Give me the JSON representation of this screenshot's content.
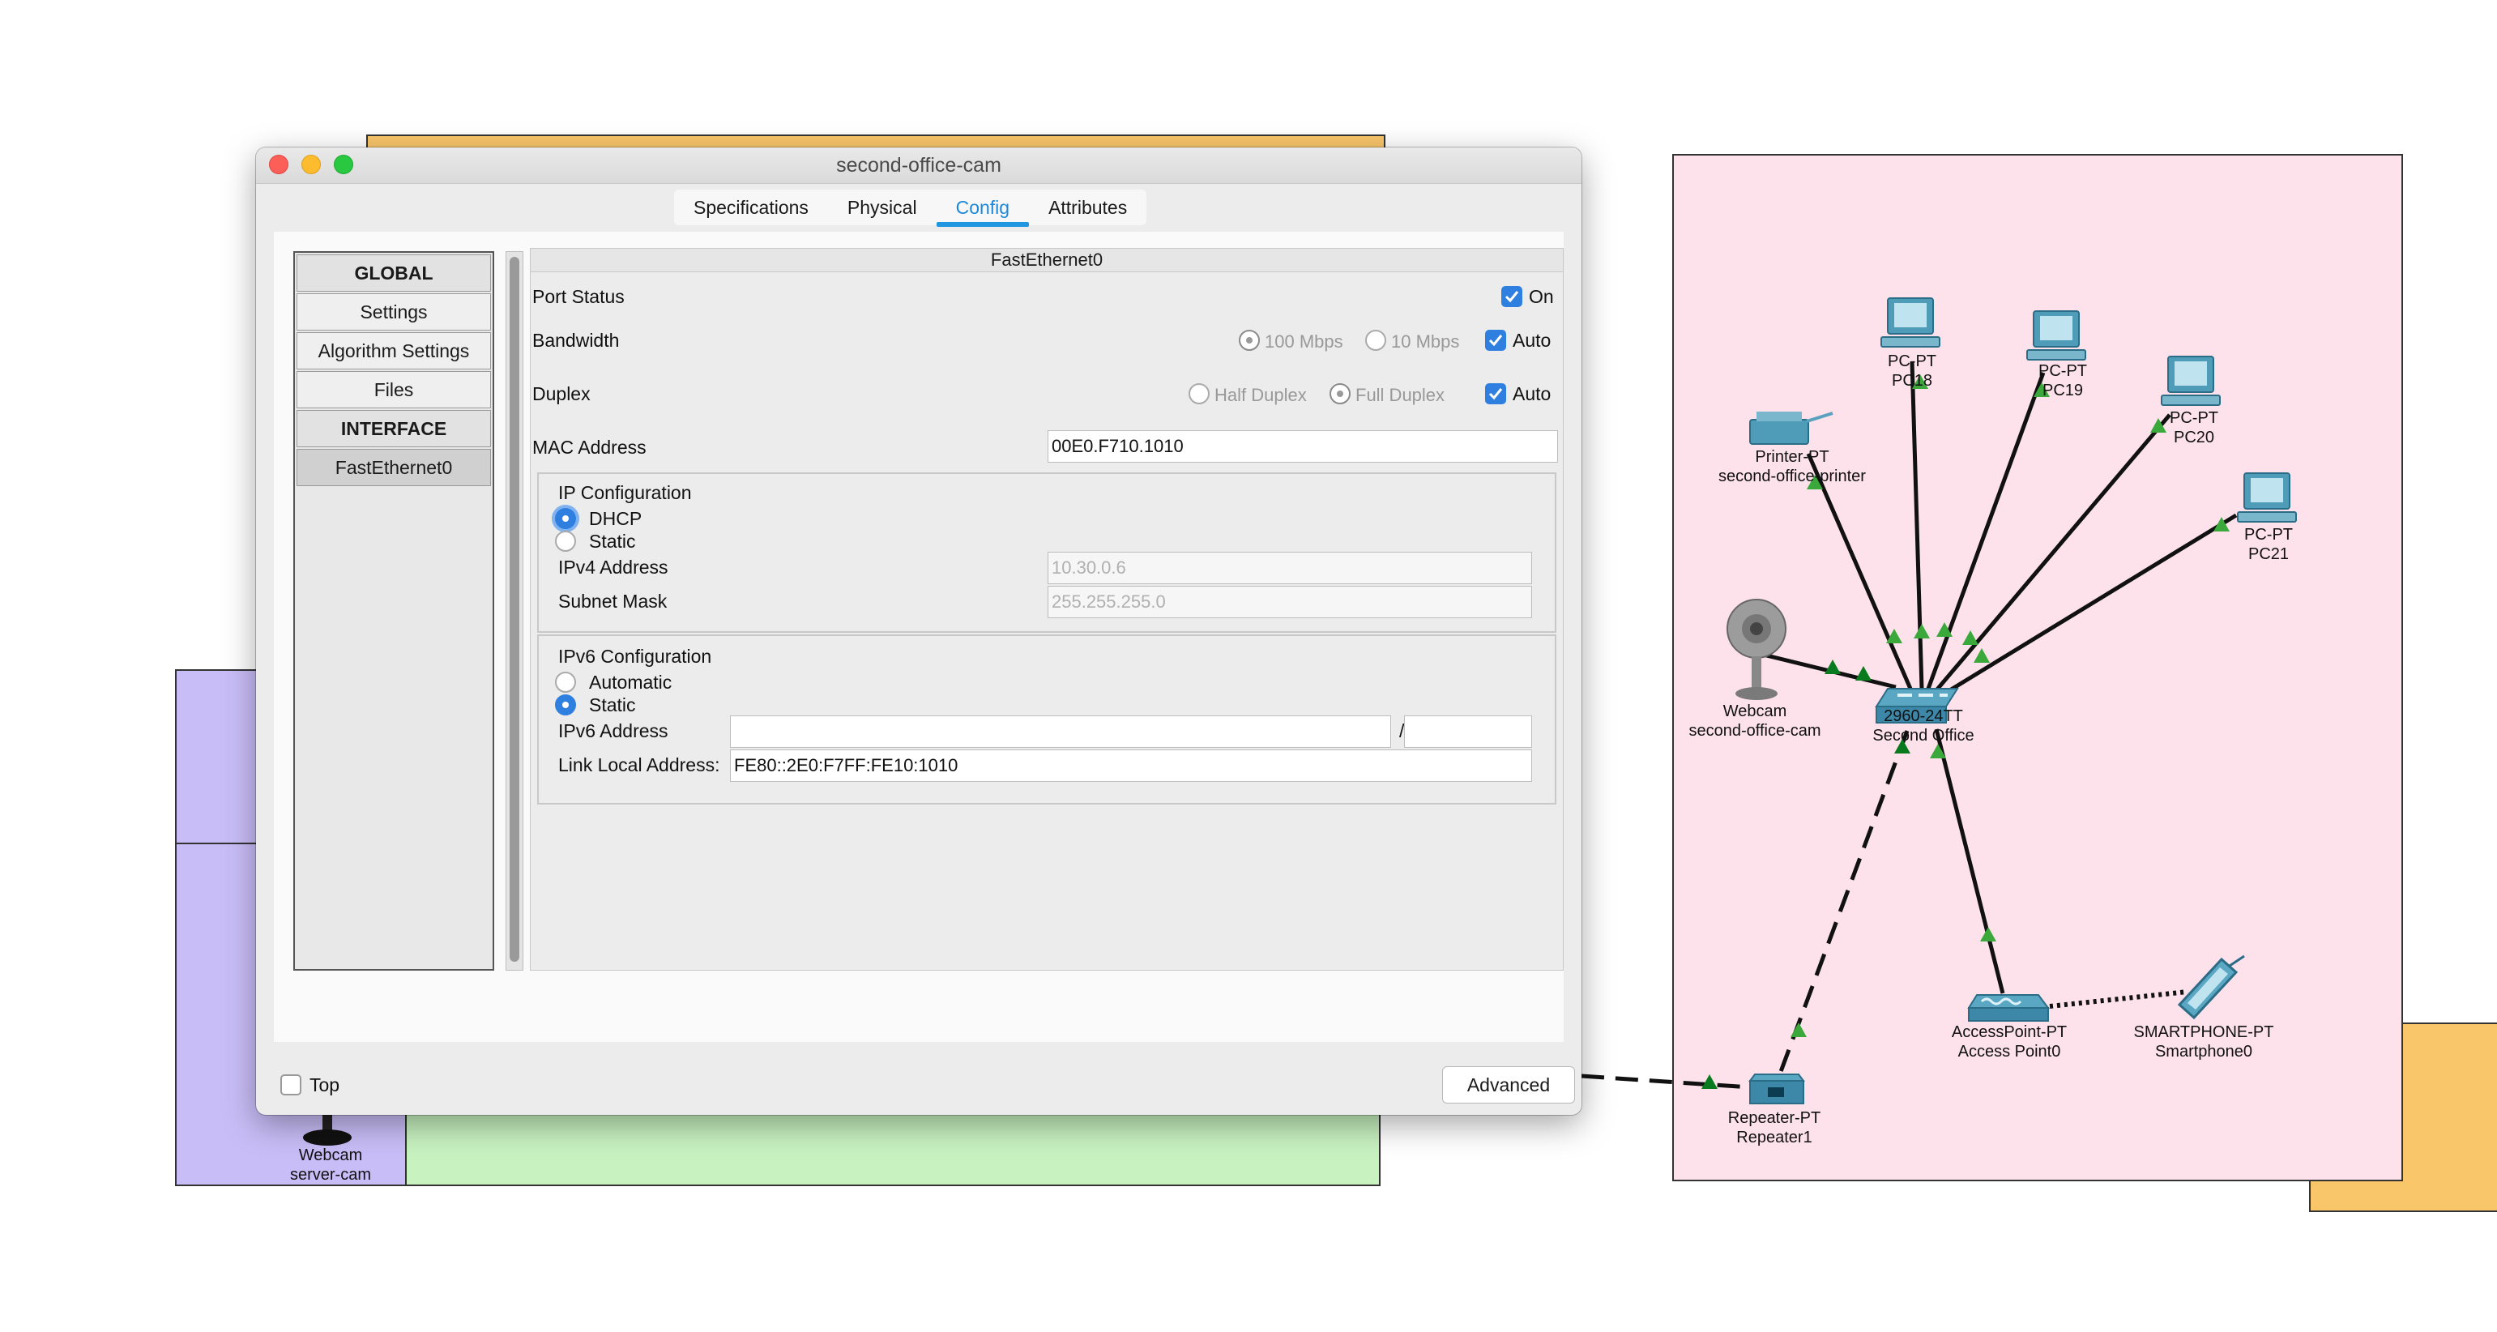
{
  "window": {
    "title": "second-office-cam",
    "tabs": [
      "Specifications",
      "Physical",
      "Config",
      "Attributes"
    ],
    "active_tab": "Config"
  },
  "sidebar": {
    "items": [
      {
        "label": "GLOBAL",
        "kind": "header"
      },
      {
        "label": "Settings",
        "kind": "item"
      },
      {
        "label": "Algorithm Settings",
        "kind": "item"
      },
      {
        "label": "Files",
        "kind": "item"
      },
      {
        "label": "INTERFACE",
        "kind": "header"
      },
      {
        "label": "FastEthernet0",
        "kind": "selected"
      }
    ]
  },
  "interface": {
    "header": "FastEthernet0",
    "port_status": {
      "label": "Port Status",
      "checkbox_label": "On",
      "checked": true
    },
    "bandwidth": {
      "label": "Bandwidth",
      "opt1": "100 Mbps",
      "opt2": "10 Mbps",
      "auto_label": "Auto",
      "auto_checked": true
    },
    "duplex": {
      "label": "Duplex",
      "opt1": "Half Duplex",
      "opt2": "Full Duplex",
      "auto_label": "Auto",
      "auto_checked": true
    },
    "mac": {
      "label": "MAC Address",
      "value": "00E0.F710.1010"
    },
    "ipv4": {
      "group_label": "IP Configuration",
      "dhcp_label": "DHCP",
      "static_label": "Static",
      "selected": "DHCP",
      "address_label": "IPv4 Address",
      "address_value": "10.30.0.6",
      "mask_label": "Subnet Mask",
      "mask_value": "255.255.255.0"
    },
    "ipv6": {
      "group_label": "IPv6 Configuration",
      "auto_label": "Automatic",
      "static_label": "Static",
      "selected": "Static",
      "address_label": "IPv6 Address",
      "address_value": "",
      "slash": "/",
      "prefix_value": "",
      "link_local_label": "Link Local Address:",
      "link_local_value": "FE80::2E0:F7FF:FE10:1010"
    }
  },
  "footer": {
    "top_label": "Top",
    "top_checked": false,
    "advanced_label": "Advanced"
  },
  "topology": {
    "devices": [
      {
        "type": "PC-PT",
        "name": "PC18"
      },
      {
        "type": "PC-PT",
        "name": "PC19"
      },
      {
        "type": "PC-PT",
        "name": "PC20"
      },
      {
        "type": "PC-PT",
        "name": "PC21"
      },
      {
        "type": "Printer-PT",
        "name": "second-office-printer"
      },
      {
        "type": "Webcam",
        "name": "second-office-cam"
      },
      {
        "type": "2960-24TT",
        "name": "Second Office"
      },
      {
        "type": "AccessPoint-PT",
        "name": "Access Point0"
      },
      {
        "type": "SMARTPHONE-PT",
        "name": "Smartphone0"
      },
      {
        "type": "Repeater-PT",
        "name": "Repeater1"
      },
      {
        "type": "Webcam",
        "name": "server-cam"
      }
    ],
    "colors": {
      "pink_area": "#fde2ec",
      "purple_area": "#c9bdf7",
      "green_area": "#c8f2c0",
      "orange_area": "#f9c66a",
      "link_marker": "#3aa83a"
    }
  }
}
